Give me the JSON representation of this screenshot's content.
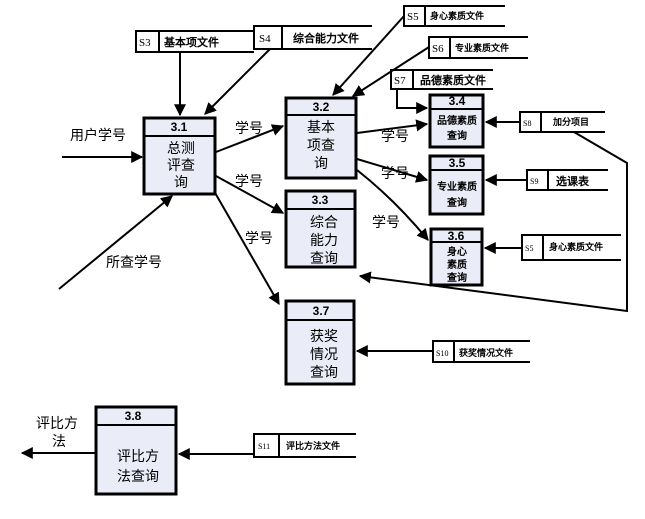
{
  "processes": [
    {
      "id": "p3_1",
      "num": "3.1",
      "lines": [
        "总测",
        "评查",
        "询"
      ]
    },
    {
      "id": "p3_2",
      "num": "3.2",
      "lines": [
        "基本",
        "项查",
        "询"
      ]
    },
    {
      "id": "p3_3",
      "num": "3.3",
      "lines": [
        "综合",
        "能力",
        "查询"
      ]
    },
    {
      "id": "p3_4",
      "num": "3.4",
      "lines": [
        "品德素质",
        "查询"
      ]
    },
    {
      "id": "p3_5",
      "num": "3.5",
      "lines": [
        "专业素质",
        "查询"
      ]
    },
    {
      "id": "p3_6",
      "num": "3.6",
      "lines": [
        "身心",
        "素质",
        "查询"
      ]
    },
    {
      "id": "p3_7",
      "num": "3.7",
      "lines": [
        "获奖",
        "情况",
        "查询"
      ]
    },
    {
      "id": "p3_8",
      "num": "3.8",
      "lines": [
        "评比方",
        "法查询"
      ]
    }
  ],
  "stores": [
    {
      "id": "S3",
      "label": "基本项文件"
    },
    {
      "id": "S4",
      "label": "综合能力文件"
    },
    {
      "id": "S5",
      "label": "身心素质文件"
    },
    {
      "id": "S6",
      "label": "专业素质文件"
    },
    {
      "id": "S7",
      "label": "品德素质文件"
    },
    {
      "id": "S8",
      "label": "加分项目"
    },
    {
      "id": "S9",
      "label": "选课表"
    },
    {
      "id": "S5",
      "label": "身心素质文件"
    },
    {
      "id": "S10",
      "label": "获奖情况文件"
    },
    {
      "id": "S11",
      "label": "评比方法文件"
    }
  ],
  "flows": {
    "user_id": "用户学号",
    "query_id": "所查学号",
    "student_no": "学号",
    "rating_output": [
      "评比方",
      "法"
    ]
  }
}
